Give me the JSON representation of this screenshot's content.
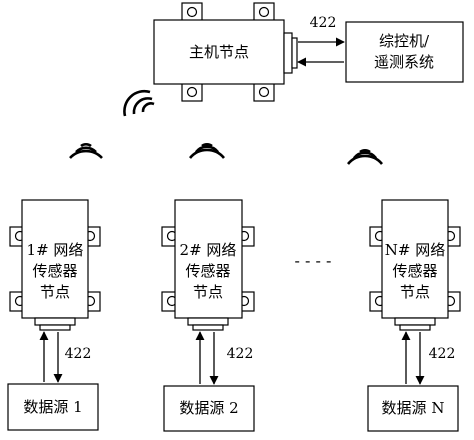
{
  "host_node": {
    "label": "主机节点"
  },
  "control_system": {
    "line1": "综控机/",
    "line2": "遥测系统"
  },
  "host_link": {
    "label": "422"
  },
  "sensors": [
    {
      "line1": "1# 网络",
      "line2": "传感器",
      "line3": "节点"
    },
    {
      "line1": "2# 网络",
      "line2": "传感器",
      "line3": "节点"
    },
    {
      "line1": "N# 网络",
      "line2": "传感器",
      "line3": "节点"
    }
  ],
  "sensor_links": [
    {
      "label": "422"
    },
    {
      "label": "422"
    },
    {
      "label": "422"
    }
  ],
  "data_sources": [
    {
      "label": "数据源 1"
    },
    {
      "label": "数据源 2"
    },
    {
      "label": "数据源 N"
    }
  ],
  "ellipsis": "- - - -"
}
